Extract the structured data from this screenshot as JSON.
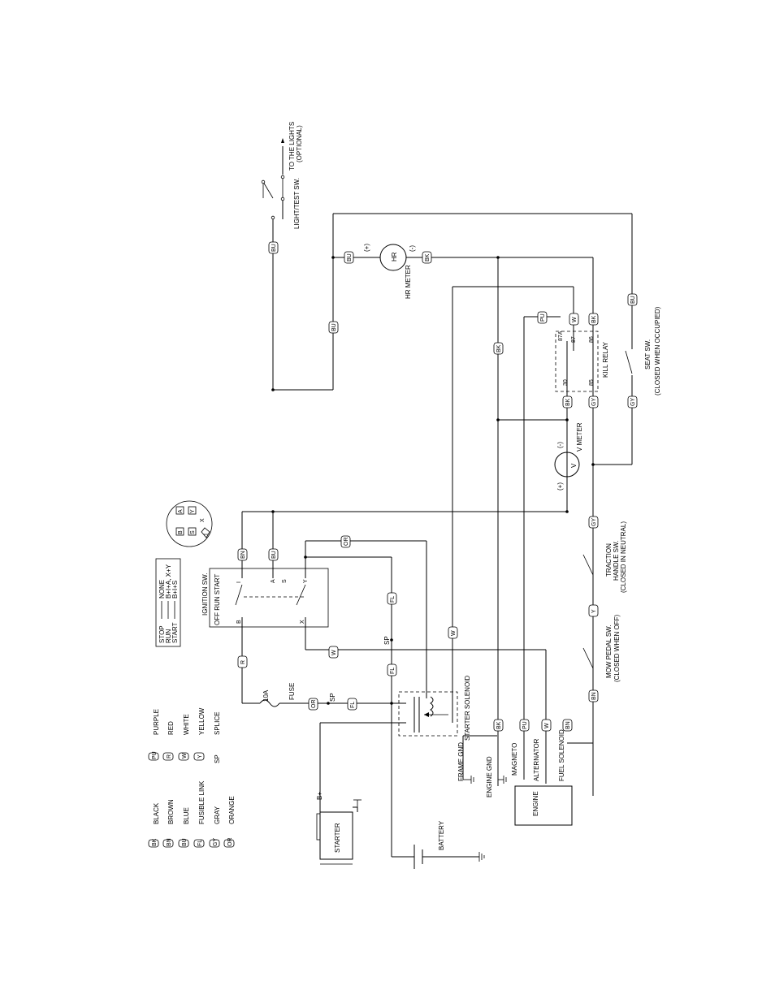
{
  "legend": {
    "col1": [
      {
        "code": "BK",
        "name": "BLACK"
      },
      {
        "code": "BN",
        "name": "BROWN"
      },
      {
        "code": "BU",
        "name": "BLUE"
      },
      {
        "code": "FL",
        "name": "FUSIBLE LINK"
      },
      {
        "code": "GY",
        "name": "GRAY"
      },
      {
        "code": "OR",
        "name": "ORANGE"
      }
    ],
    "col2": [
      {
        "code": "PU",
        "name": "PURPLE"
      },
      {
        "code": "R",
        "name": "RED"
      },
      {
        "code": "W",
        "name": "WHITE"
      },
      {
        "code": "Y",
        "name": "YELLOW"
      },
      {
        "code": "SP",
        "name": "SPLICE"
      }
    ]
  },
  "switch_table": {
    "rows": [
      {
        "pos": "STOP",
        "conn": "NONE"
      },
      {
        "pos": "RUN",
        "conn": "B+I+A, X+Y"
      },
      {
        "pos": "START",
        "conn": "B+I+S"
      }
    ]
  },
  "key_face": {
    "letters": [
      "B",
      "S",
      "A",
      "Y",
      "X",
      "I"
    ]
  },
  "labels": {
    "lights": "TO THE LIGHTS",
    "optional": "(OPTIONAL)",
    "light_test_sw": "LIGHT/TEST SW.",
    "hr_meter": "HR METER",
    "hr": "HR",
    "plus": "(+)",
    "minus": "(-)",
    "seat_sw": "SEAT SW.",
    "seat_sw_note": "(CLOSED WHEN OCCUPIED)",
    "kill_relay": "KILL RELAY",
    "v_meter": "V METER",
    "v": "V",
    "traction": "TRACTION",
    "handle_sw": "HANDLE SW.",
    "traction_note": "(CLOSED IN NEUTRAL)",
    "mow_pedal": "MOW PEDAL SW.",
    "mow_note": "(CLOSED WHEN OFF)",
    "ignition_sw": "IGNITION SW.",
    "off_run_start": "OFF RUN START",
    "starter_solenoid": "STARTER SOLENOID",
    "fuse": "FUSE",
    "fuse_rating": "10A",
    "sp": "SP",
    "frame_gnd": "FRAME GND",
    "engine_gnd": "ENGINE GND",
    "magneto": "MAGNETO",
    "alternator": "ALTERNATOR",
    "fuel_solenoid": "FUEL SOLENOID",
    "engine": "ENGINE",
    "starter": "STARTER",
    "b_plus": "B+",
    "battery": "BATTERY",
    "relay_30": "30",
    "relay_85": "85",
    "relay_86": "86",
    "relay_87": "87",
    "relay_87a": "87A",
    "term_b": "B",
    "term_i": "I",
    "term_a": "A",
    "term_s": "S",
    "term_y": "Y",
    "term_x": "X"
  },
  "wire_tags": {
    "bu_light": "BU",
    "bu_hr": "BU",
    "bk_hr": "BK",
    "bu_mid": "BU",
    "bu_seat": "BU",
    "pu_relay": "PU",
    "w_relay": "W",
    "bk_relay": "BK",
    "bk_long": "BK",
    "bk_relay30": "BK",
    "gy_relay85": "GY",
    "gy_seat": "GY",
    "gy_traction": "GY",
    "y_traction": "Y",
    "bn_mow": "BN",
    "bn_ign": "BN",
    "bu_ign": "BU",
    "or_ign": "OR",
    "fl_ign": "FL",
    "r_ign": "R",
    "w_ign": "W",
    "w_long": "W",
    "fl_sp": "FL",
    "or_fuse": "OR",
    "fl_fuse": "FL",
    "bk_eng": "BK",
    "pu_eng": "PU",
    "w_eng": "W",
    "bn_eng": "BN"
  }
}
